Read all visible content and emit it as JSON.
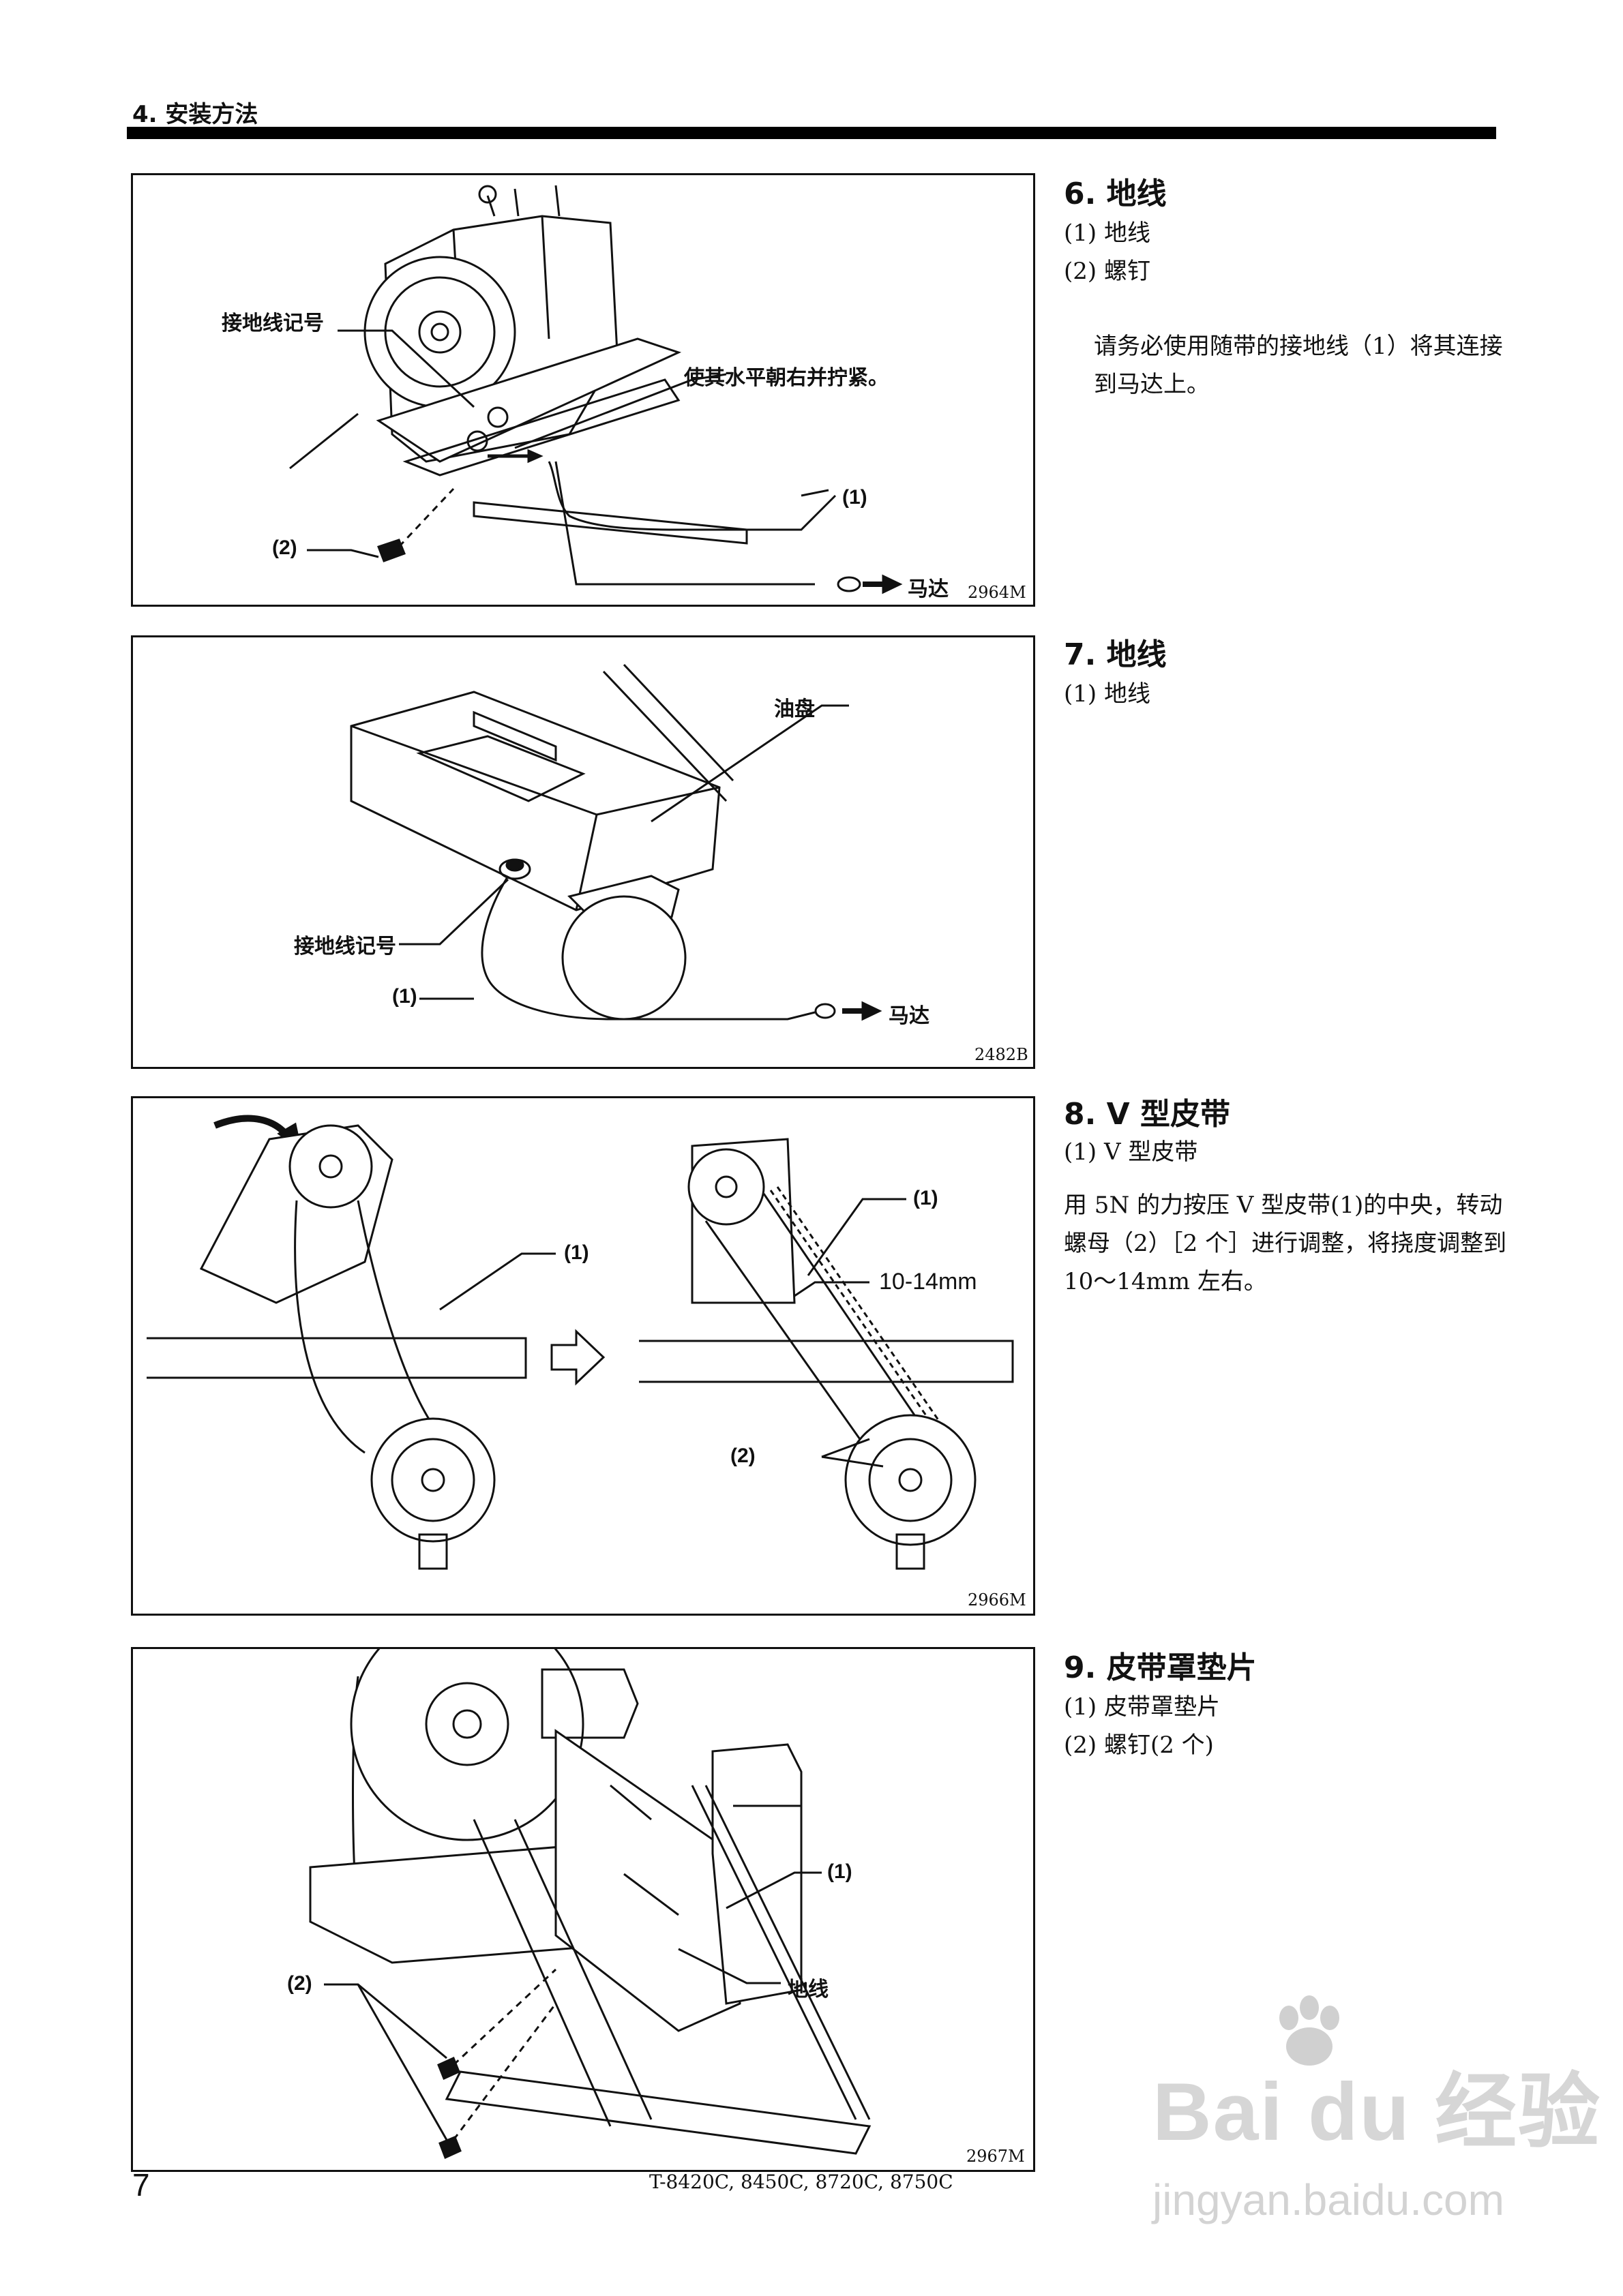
{
  "header": {
    "section": "4. 安装方法"
  },
  "sections": [
    {
      "title": "6. 地线",
      "items": [
        "(1) 地线",
        "(2) 螺钉"
      ],
      "text": "请务必使用随带的接地线（1）将其连接到马达上。",
      "figure": {
        "labels": {
          "ground_mark": "接地线记号",
          "instruction": "使其水平朝右并拧紧。",
          "l1": "(1)",
          "l2": "(2)",
          "motor": "马达"
        },
        "code": "2964M"
      }
    },
    {
      "title": "7. 地线",
      "items": [
        "(1) 地线"
      ],
      "figure": {
        "labels": {
          "oil_pan": "油盘",
          "ground_mark": "接地线记号",
          "l1": "(1)",
          "motor": "马达"
        },
        "code": "2482B"
      }
    },
    {
      "title": "8. V 型皮带",
      "items": [
        "(1) V 型皮带"
      ],
      "text": "用 5N 的力按压 V 型皮带(1)的中央，转动螺母（2）［2 个］进行调整，将挠度调整到 10～14mm 左右。",
      "figure": {
        "labels": {
          "l1a": "(1)",
          "l1b": "(1)",
          "range": "10-14mm",
          "l2": "(2)"
        },
        "code": "2966M"
      }
    },
    {
      "title": "9. 皮带罩垫片",
      "items": [
        "(1) 皮带罩垫片",
        "(2) 螺钉(2 个)"
      ],
      "figure": {
        "labels": {
          "l1": "(1)",
          "l2": "(2)",
          "ground": "地线"
        },
        "code": "2967M"
      }
    }
  ],
  "footer": {
    "page": "7",
    "model": "T-8420C, 8450C, 8720C, 8750C"
  },
  "watermark": {
    "brand": "Bai du 经验",
    "url": "jingyan.baidu.com"
  }
}
